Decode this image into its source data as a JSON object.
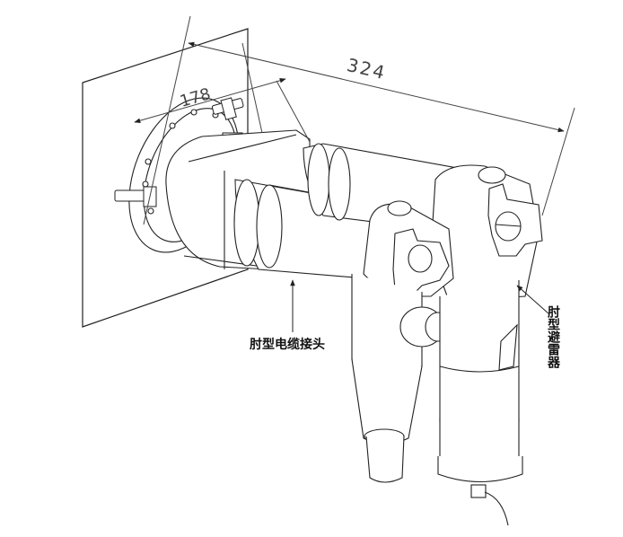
{
  "dimensions": {
    "overall_length": "324",
    "flange_width": "178"
  },
  "labels": {
    "elbow_connector": "肘型电缆接头",
    "elbow_arrester": "肘型避雷器"
  },
  "colors": {
    "line": "#222222",
    "dim_line": "#555555",
    "fill": "#ffffff"
  }
}
